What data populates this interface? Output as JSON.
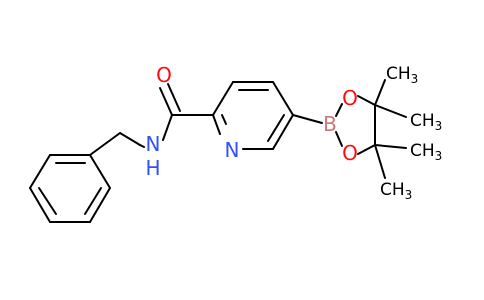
{
  "molecule": {
    "colors": {
      "carbon_bond": "#000000",
      "oxygen": "#ff0d0d",
      "nitrogen": "#3050f8",
      "boron": "#c87878",
      "hetero_bond_o": "#ff0d0d",
      "hetero_bond_n": "#3050f8",
      "hetero_bond_b": "#c87878"
    },
    "labels": {
      "carbonyl_oxygen": "O",
      "amide_nh_n": "N",
      "amide_nh_h": "H",
      "pyridine_n": "N",
      "boron": "B",
      "ring_oxygen_top": "O",
      "ring_oxygen_bottom": "O",
      "methyl_1": "CH",
      "methyl_2": "CH",
      "methyl_3": "CH",
      "methyl_4": "CH",
      "methyl_sub": "3"
    }
  }
}
